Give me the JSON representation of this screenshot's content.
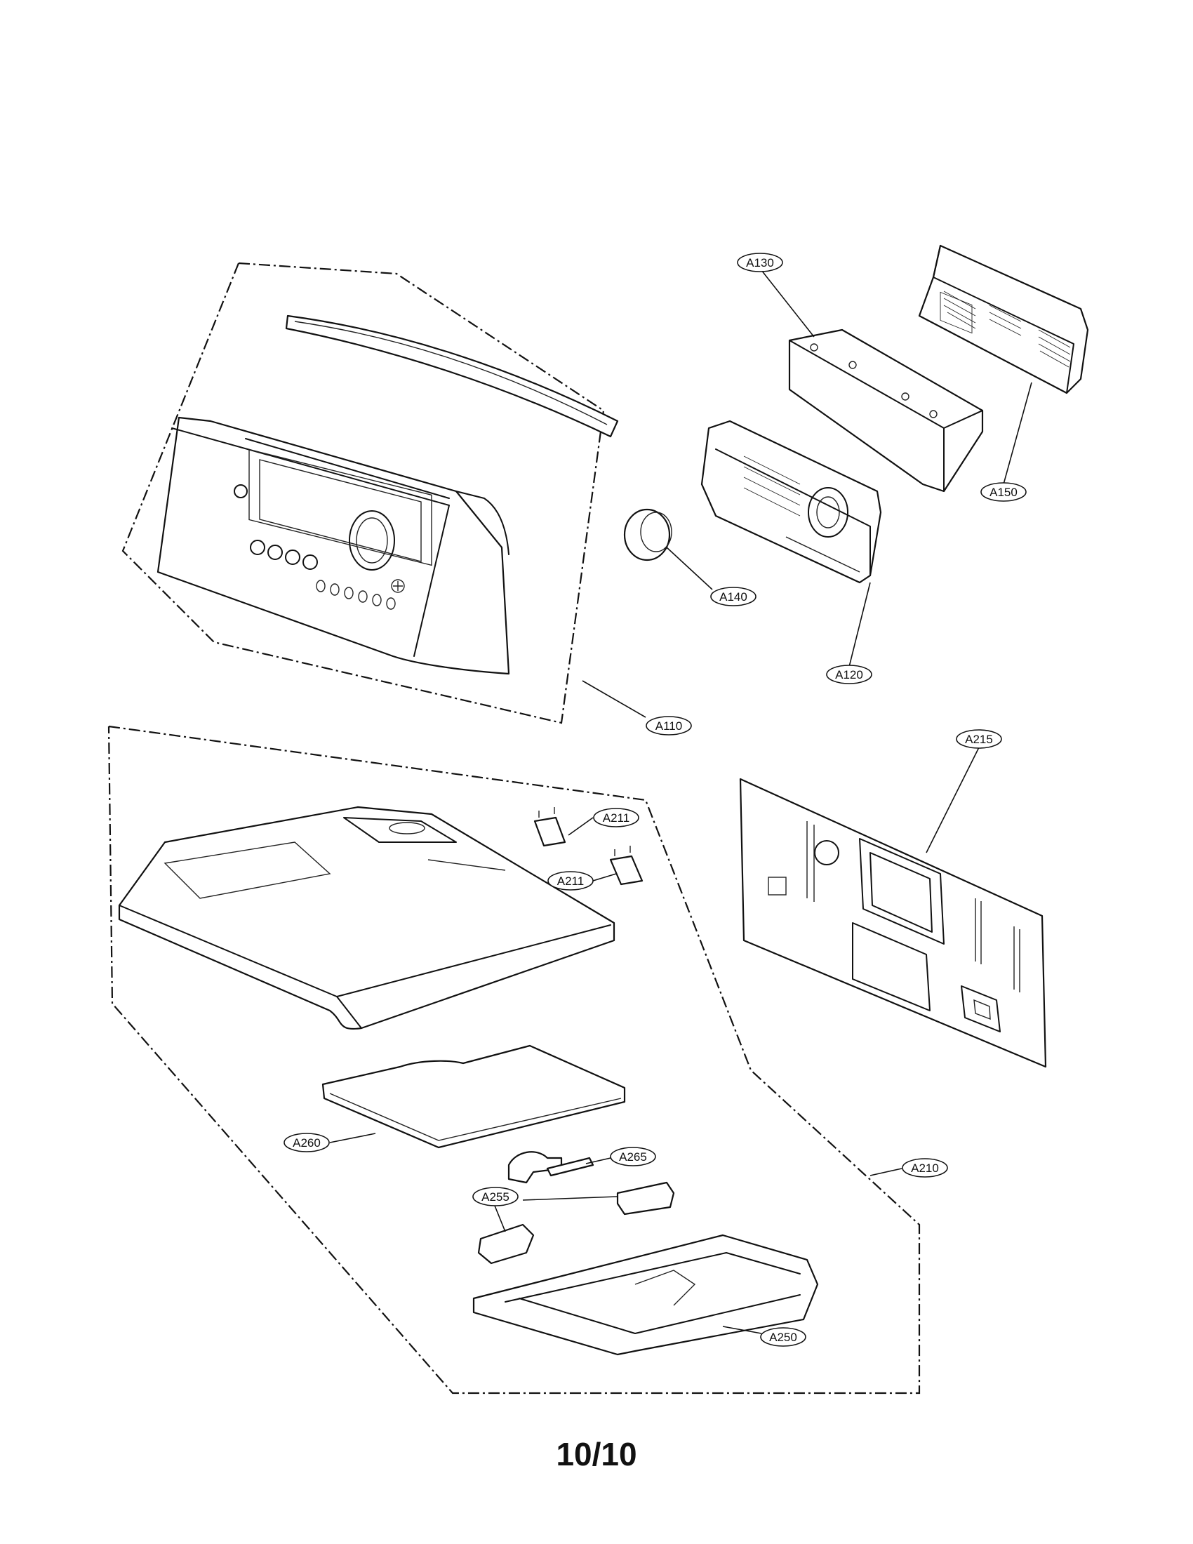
{
  "callouts": {
    "A110": "A110",
    "A120": "A120",
    "A130": "A130",
    "A140": "A140",
    "A150": "A150",
    "A210": "A210",
    "A211_upper": "A211",
    "A211_lower": "A211",
    "A215": "A215",
    "A250": "A250",
    "A255": "A255",
    "A260": "A260",
    "A265": "A265"
  },
  "page_number": "10/10"
}
